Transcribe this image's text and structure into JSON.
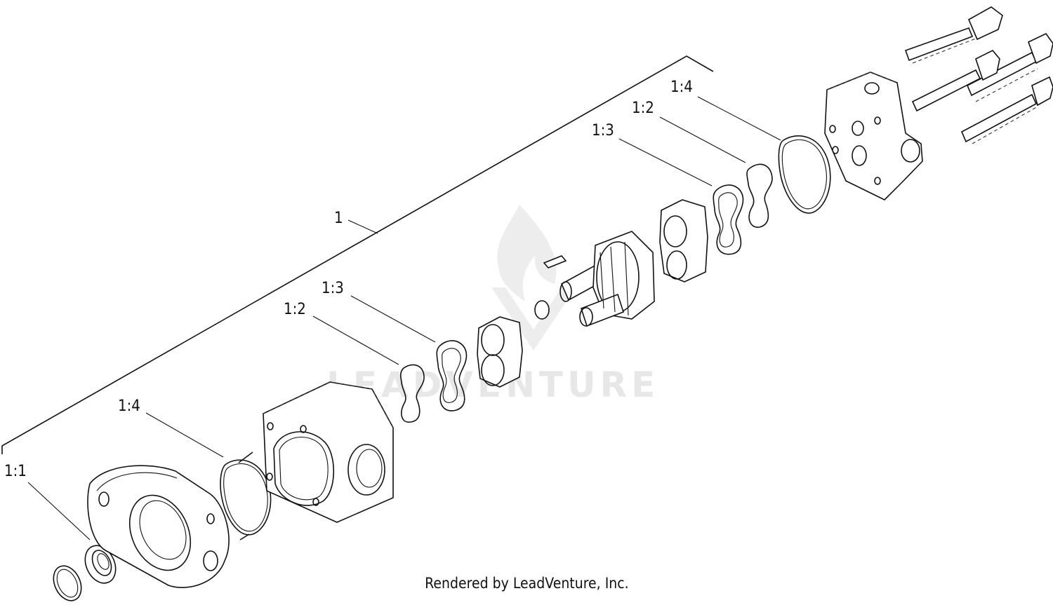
{
  "diagram": {
    "callouts": {
      "assembly": "1",
      "seal_front": "1:1",
      "oring_front": "1:4",
      "seal_small_front": "1:2",
      "seal_large_front": "1:3",
      "seal_large_rear": "1:3",
      "seal_small_rear": "1:2",
      "oring_rear": "1:4"
    },
    "watermark": "LEADVENTURE",
    "footer": "Rendered by LeadVenture, Inc."
  }
}
